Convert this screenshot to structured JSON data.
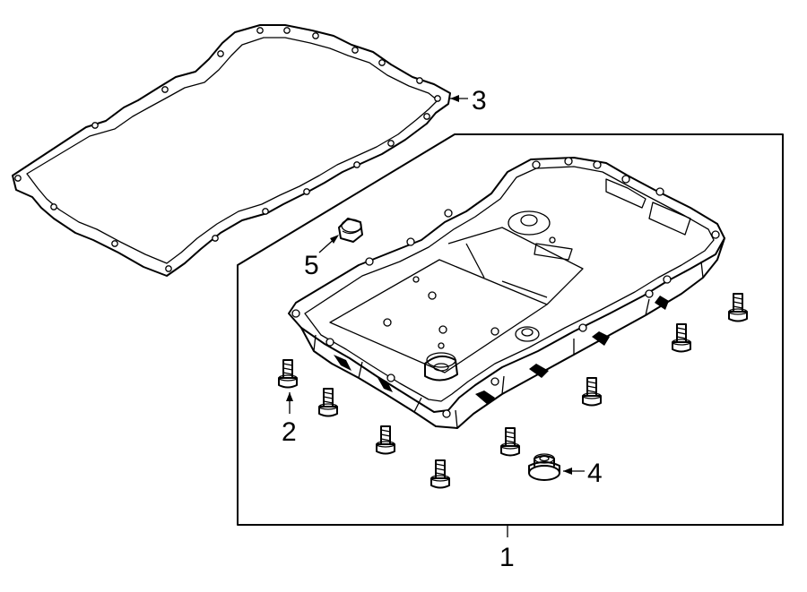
{
  "callouts": {
    "pan": "1",
    "bolt": "2",
    "gasket": "3",
    "drain_plug": "4",
    "fill_plug": "5"
  },
  "parts": [
    {
      "id": "pan",
      "icon": "transmission-pan"
    },
    {
      "id": "bolt",
      "icon": "pan-bolt"
    },
    {
      "id": "gasket",
      "icon": "pan-gasket"
    },
    {
      "id": "drain_plug",
      "icon": "drain-plug"
    },
    {
      "id": "fill_plug",
      "icon": "fill-plug"
    }
  ],
  "colors": {
    "line": "#000000",
    "background": "#ffffff"
  }
}
